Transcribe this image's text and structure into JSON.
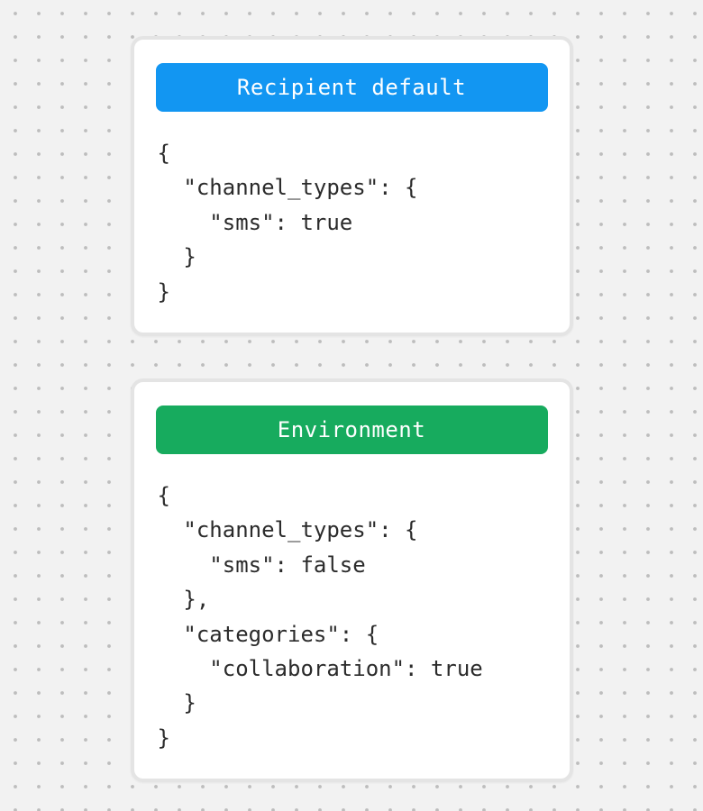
{
  "canvas": {
    "background_color": "#F2F2F2",
    "dot_color": "#BDBDBD"
  },
  "cards": [
    {
      "title": "Recipient default",
      "header_color": "#1296F2",
      "code": "{\n  \"channel_types\": {\n    \"sms\": true\n  }\n}"
    },
    {
      "title": "Environment",
      "header_color": "#17AB5E",
      "code": "{\n  \"channel_types\": {\n    \"sms\": false\n  },\n  \"categories\": {\n    \"collaboration\": true\n  }\n}"
    }
  ]
}
